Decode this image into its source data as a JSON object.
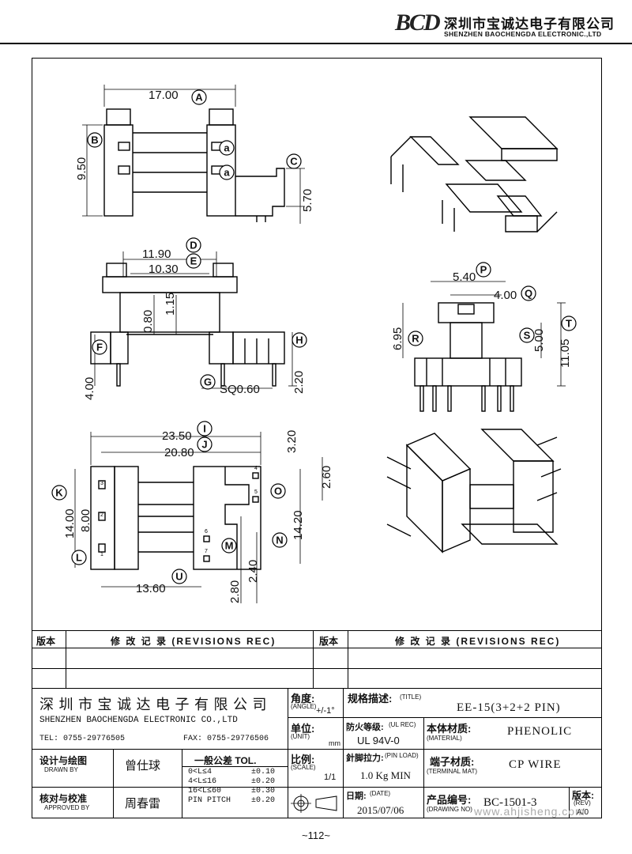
{
  "header": {
    "logo_mark": "BCD",
    "company_cn": "深圳市宝诚达电子有限公司",
    "company_en": "SHENZHEN BAOCHENGDA ELECTRONIC.,LTD"
  },
  "dimensions": {
    "a_17": "17.00",
    "b_950": "9.50",
    "c_570": "5.70",
    "d_1190": "11.90",
    "e_1030": "10.30",
    "h_080": "0.80",
    "h_115": "1.15",
    "f_400": "4.00",
    "g_sq": "SQ0.60",
    "h_220": "2.20",
    "p_540": "5.40",
    "q_400": "4.00",
    "r_695": "6.95",
    "s_500": "5.00",
    "t_1105": "11.05",
    "i_2350": "23.50",
    "j_2080": "20.80",
    "v_320": "3.20",
    "v_260": "2.60",
    "k_1400": "14.00",
    "l_800": "8.00",
    "n_1420": "14.20",
    "u_1360": "13.60",
    "m_280": "2.80",
    "m_240": "2.40"
  },
  "bubbles": [
    "A",
    "B",
    "C",
    "D",
    "E",
    "F",
    "G",
    "H",
    "I",
    "J",
    "K",
    "L",
    "M",
    "N",
    "O",
    "P",
    "Q",
    "R",
    "S",
    "T",
    "U",
    "a"
  ],
  "pins": [
    "1",
    "2",
    "3",
    "4",
    "5",
    "6",
    "7"
  ],
  "revisions": {
    "col_version": "版本",
    "col_record": "修 改 记 录 (REVISIONS REC)"
  },
  "title_block": {
    "company_cn": "深 圳 市 宝 诚 达 电 子 有 限 公 司",
    "company_en": "SHENZHEN BAOCHENGDA ELECTRONIC CO.,LTD",
    "tel": "TEL: 0755-29776505",
    "fax": "FAX: 0755-29776506",
    "angle_label": "角度:",
    "angle_en": "(ANGLE)",
    "angle_value": "+/-1°",
    "unit_label": "单位:",
    "unit_en": "(UNIT)",
    "unit_value": "mm",
    "title_label": "规格描述:",
    "title_en": "(TITLE)",
    "title_value": "EE-15(3+2+2 PIN)",
    "ul_label": "防火等级:",
    "ul_en": "(UL REC)",
    "ul_value": "UL 94V-0",
    "material_label": "本体材质:",
    "material_en": "(MATERIAL)",
    "material_value": "PHENOLIC",
    "drawn_label": "设计与绘图",
    "drawn_en": "DRAWN BY",
    "drawn_value": "曾仕球",
    "approved_label": "核对与校准",
    "approved_en": "APPROVED BY",
    "approved_value": "周春雷",
    "tol_title": "一般公差 TOL.",
    "tol_rows": [
      {
        "range": "0<L≤4",
        "tol": "±0.10"
      },
      {
        "range": "4<L≤16",
        "tol": "±0.20"
      },
      {
        "range": "16<L≤60",
        "tol": "±0.30"
      },
      {
        "range": "PIN PITCH",
        "tol": "±0.20"
      }
    ],
    "scale_label": "比例:",
    "scale_en": "(SCALE)",
    "scale_value": "1/1",
    "pinload_label": "針脚拉力:",
    "pinload_en": "(PIN LOAD)",
    "pinload_value": "1.0 Kg MIN",
    "terminal_label": "端子材质:",
    "terminal_en": "(TERMINAL MAT)",
    "terminal_value": "CP WIRE",
    "date_label": "日期:",
    "date_en": "(DATE)",
    "date_value": "2015/07/06",
    "drawing_label": "产品编号:",
    "drawing_en": "(DRAWING NO)",
    "drawing_value": "BC-1501-3",
    "rev_label": "版本:",
    "rev_en": "(REV)",
    "rev_value": "A/0"
  },
  "watermark": "www.ahjisheng.com",
  "page_number": "~112~"
}
